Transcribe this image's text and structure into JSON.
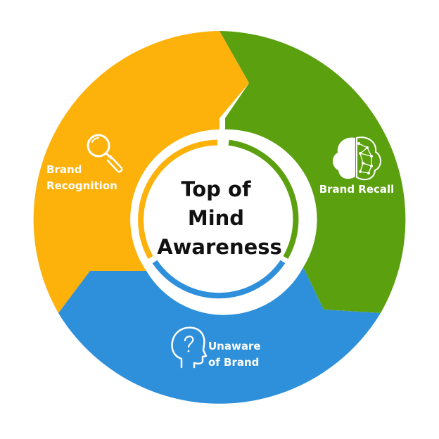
{
  "center": {
    "lines": [
      "Top of",
      "Mind",
      "Awareness"
    ]
  },
  "segments": {
    "recognition": {
      "lines": [
        "Brand",
        "Recognition"
      ],
      "icon": "magnifying-glass-icon",
      "color": "#FDB10B"
    },
    "recall": {
      "lines": [
        "Brand Recall"
      ],
      "icon": "brain-icon",
      "color": "#5BA00F"
    },
    "unaware": {
      "lines": [
        "Unaware",
        "of Brand"
      ],
      "icon": "head-question-icon",
      "color": "#2E8FDA"
    }
  }
}
